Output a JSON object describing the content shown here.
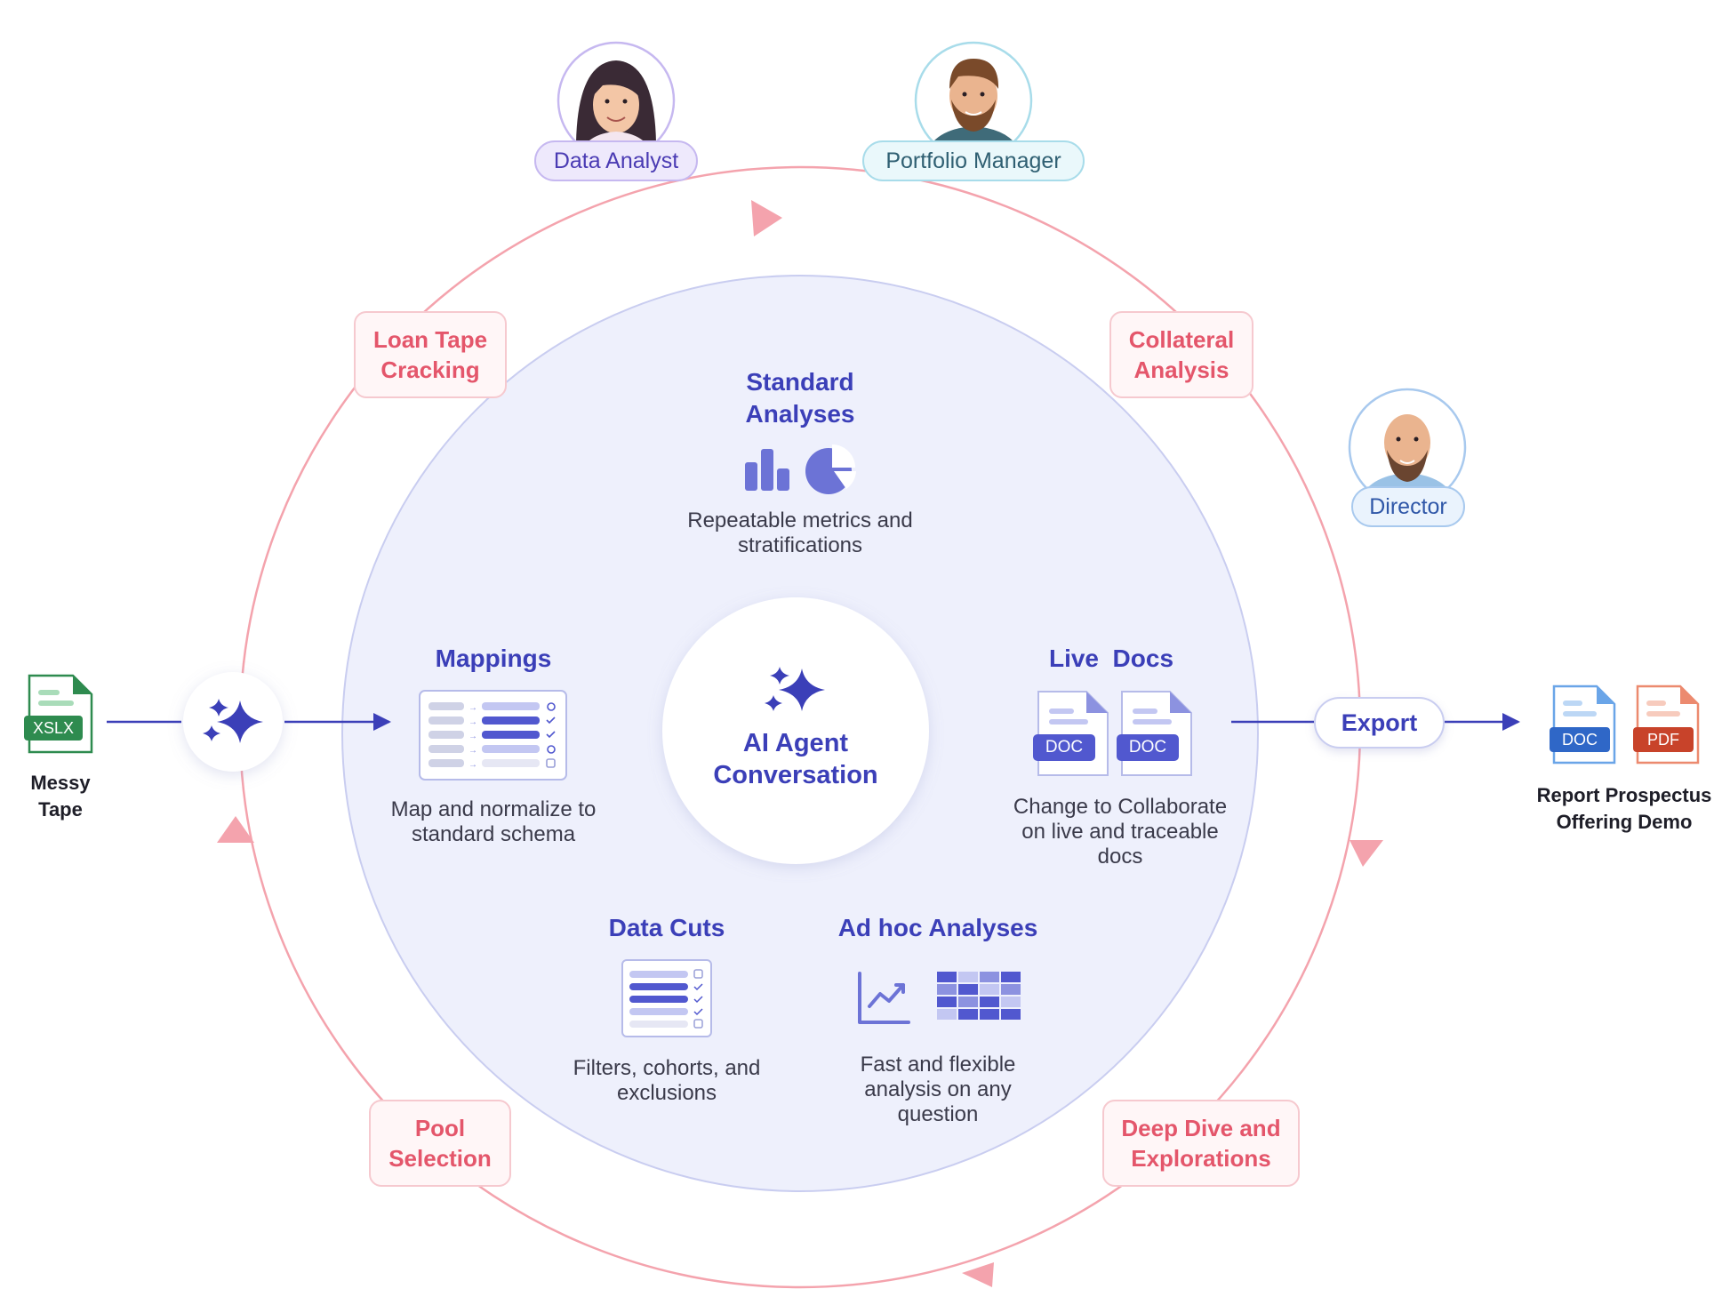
{
  "center": {
    "title": "AI Agent Conversation"
  },
  "sections": {
    "standard": {
      "title": "Standard Analyses",
      "desc": "Repeatable metrics and stratifications"
    },
    "mappings": {
      "title": "Mappings",
      "desc": "Map and normalize to standard schema"
    },
    "live_docs": {
      "title": "Live  Docs",
      "desc": "Change to Collaborate on live and traceable docs",
      "doc_badge": "DOC"
    },
    "data_cuts": {
      "title": "Data Cuts",
      "desc": "Filters, cohorts, and exclusions"
    },
    "adhoc": {
      "title": "Ad hoc Analyses",
      "desc": "Fast and flexible analysis on any question"
    }
  },
  "stages": {
    "loan_tape": "Loan Tape Cracking",
    "collateral": "Collateral Analysis",
    "pool": "Pool Selection",
    "deep_dive": "Deep Dive and Explorations"
  },
  "roles": {
    "analyst": "Data Analyst",
    "pm": "Portfolio Manager",
    "director": "Director"
  },
  "input": {
    "badge": "XSLX",
    "label": "Messy Tape"
  },
  "export": {
    "label": "Export"
  },
  "output": {
    "doc_badge": "DOC",
    "pdf_badge": "PDF",
    "label": "Report Prospectus Offering Demo"
  },
  "colors": {
    "accent": "#3b3fb8",
    "ring": "#f4a3ad",
    "stage_text": "#e4566b",
    "inner_fill": "#eef0fc",
    "xlsx": "#2e8b4f",
    "pdf": "#d8502f",
    "doc": "#2f67c7"
  }
}
